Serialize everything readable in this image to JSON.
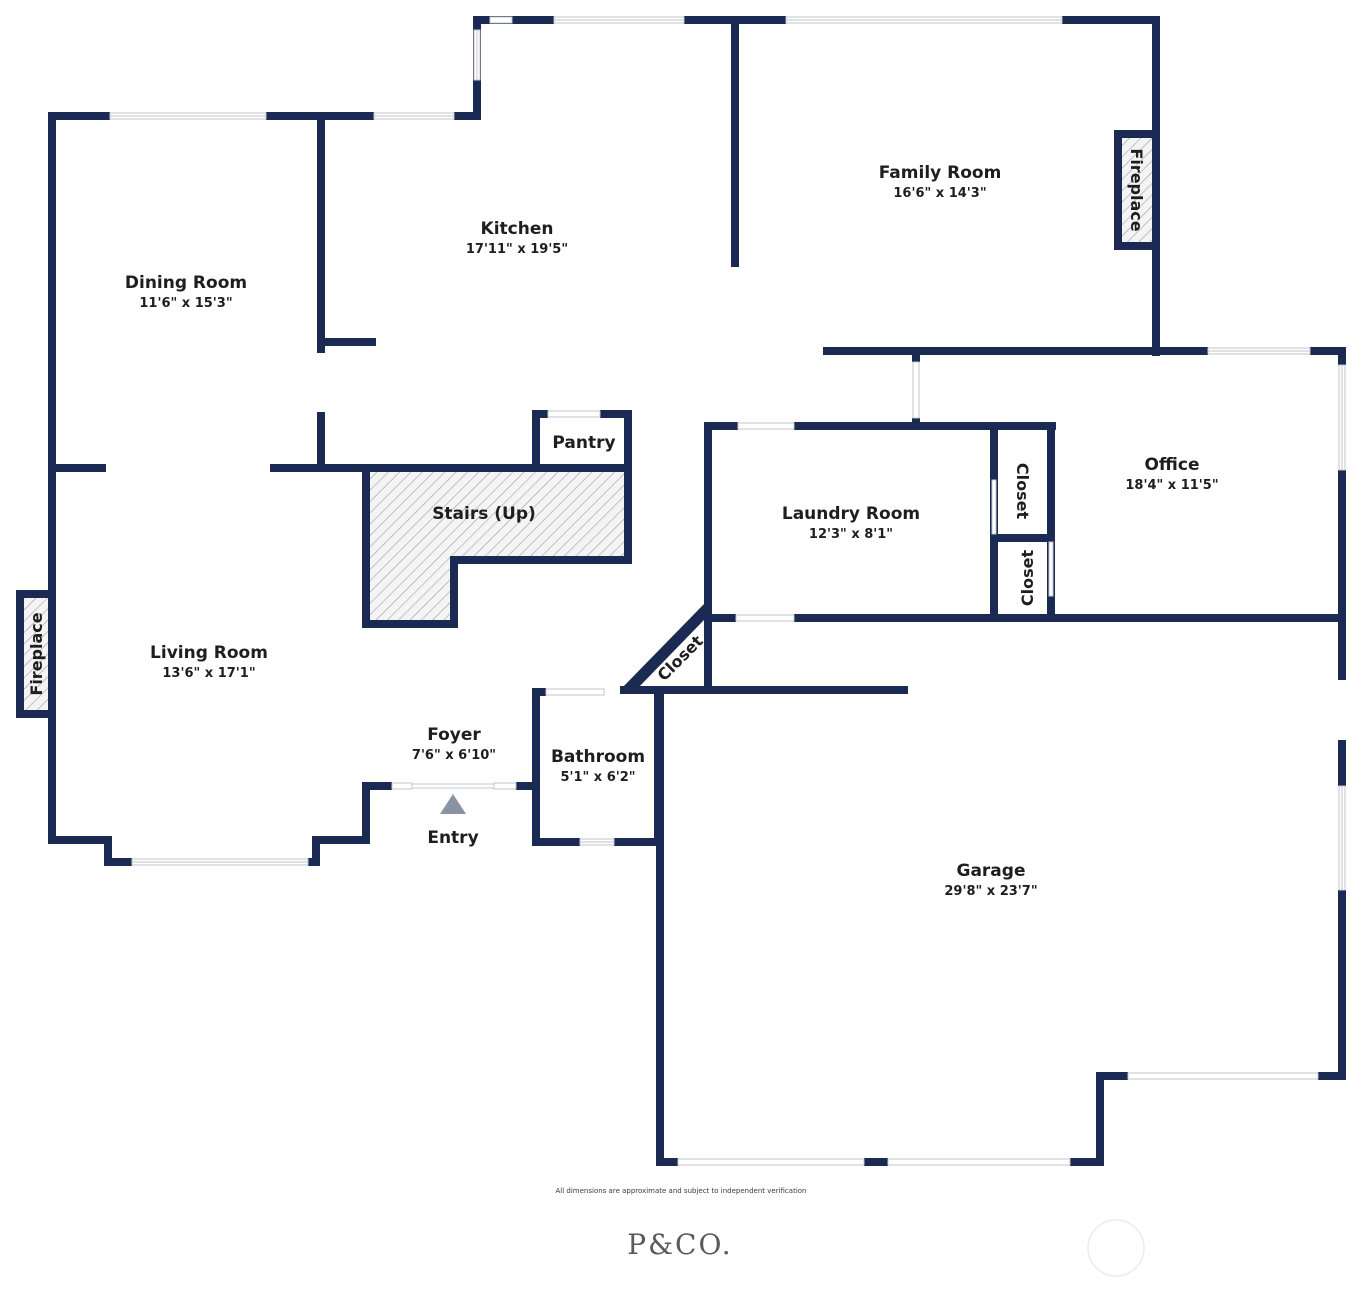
{
  "rooms": {
    "kitchen": {
      "name": "Kitchen",
      "dims": "17'11\" x 19'5\""
    },
    "family_room": {
      "name": "Family Room",
      "dims": "16'6\" x 14'3\""
    },
    "dining_room": {
      "name": "Dining Room",
      "dims": "11'6\" x 15'3\""
    },
    "pantry": {
      "name": "Pantry"
    },
    "stairs": {
      "name": "Stairs (Up)"
    },
    "laundry_room": {
      "name": "Laundry Room",
      "dims": "12'3\" x 8'1\""
    },
    "office": {
      "name": "Office",
      "dims": "18'4\" x 11'5\""
    },
    "living_room": {
      "name": "Living Room",
      "dims": "13'6\" x 17'1\""
    },
    "foyer": {
      "name": "Foyer",
      "dims": "7'6\" x 6'10\""
    },
    "bathroom": {
      "name": "Bathroom",
      "dims": "5'1\" x 6'2\""
    },
    "garage": {
      "name": "Garage",
      "dims": "29'8\" x 23'7\""
    }
  },
  "labels": {
    "fireplace": "Fireplace",
    "closet": "Closet",
    "entry": "Entry"
  },
  "footer": {
    "disclaimer": "All dimensions are approximate and subject to independent verification",
    "brand": "P&CO."
  },
  "colors": {
    "wall": "#1b2a52",
    "window": "#c3c6cc",
    "entry_marker": "#8a93a6",
    "hatch": "#9aa0a8"
  }
}
